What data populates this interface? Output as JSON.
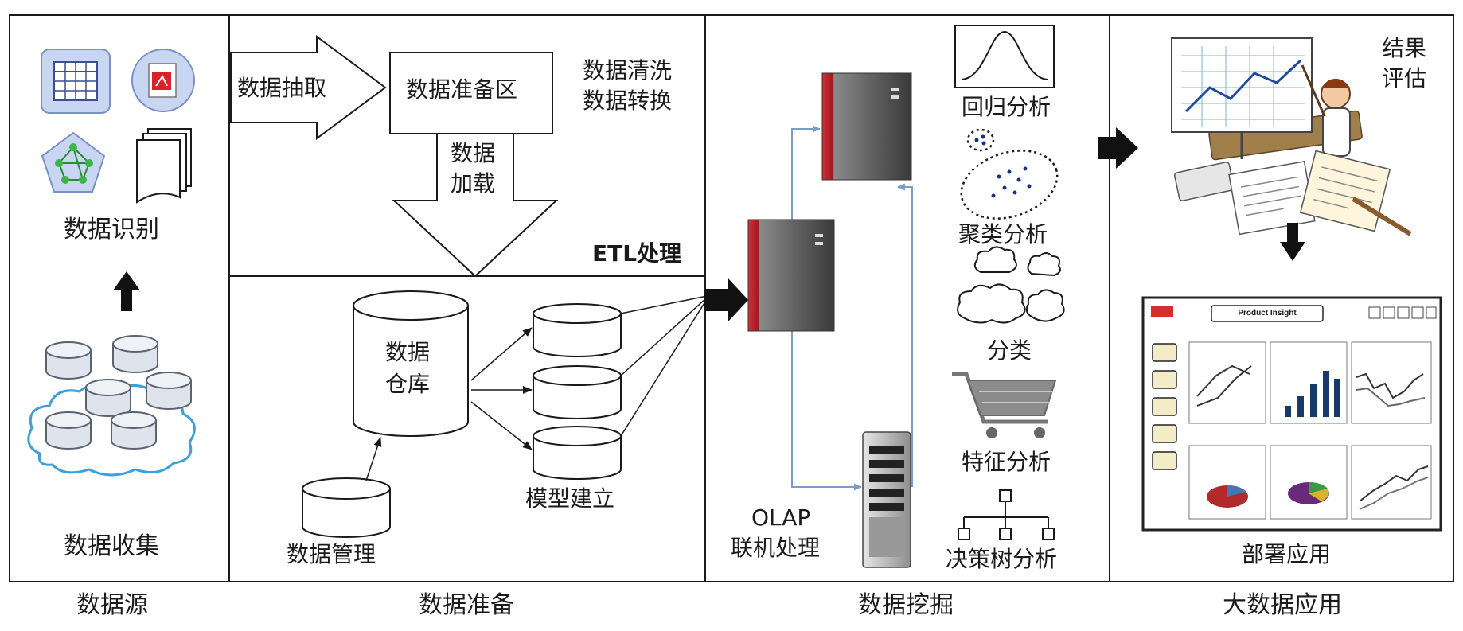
{
  "sections": {
    "source": "数据源",
    "prepare": "数据准备",
    "mining": "数据挖掘",
    "application": "大数据应用"
  },
  "source": {
    "identify": "数据识别",
    "collect": "数据收集"
  },
  "prepare": {
    "extract": "数据抽取",
    "staging": "数据准备区",
    "clean": "数据清洗",
    "transform": "数据转换",
    "load_line1": "数据",
    "load_line2": "加载",
    "etl": "ETL处理",
    "warehouse_line1": "数据",
    "warehouse_line2": "仓库",
    "modeling": "模型建立",
    "management": "数据管理"
  },
  "mining": {
    "olap_line1": "OLAP",
    "olap_line2": "联机处理",
    "regression": "回归分析",
    "clustering": "聚类分析",
    "classification": "分类",
    "feature": "特征分析",
    "decision_tree": "决策树分析"
  },
  "application": {
    "evaluate_line1": "结果",
    "evaluate_line2": "评估",
    "deploy": "部署应用",
    "dashboard_title": "Product Insight"
  },
  "colors": {
    "line": "#1a1a1a",
    "server_red": "#c0202a",
    "server_gray": "#6e6e6e",
    "cloud": "#3aa0dc",
    "icon_blue": "#6f8fd0",
    "blue_connector": "#7a9cc8"
  }
}
